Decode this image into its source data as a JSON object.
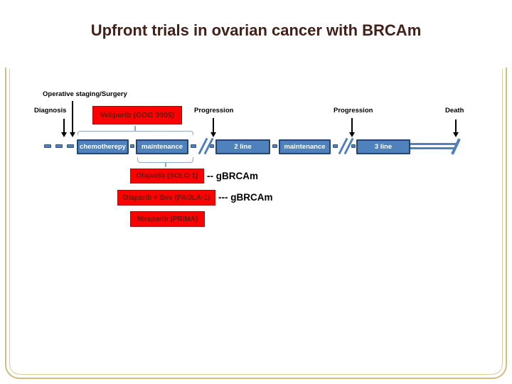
{
  "title": "Upfront trials in ovarian cancer with BRCAm",
  "labels": {
    "operative": "Operative staging/Surgery",
    "diagnosis": "Diagnosis",
    "progression1": "Progression",
    "progression2": "Progression",
    "death": "Death"
  },
  "timeline": {
    "boxes": [
      "chemotherepy",
      "maintenance",
      "2 line",
      "maintenance",
      "3 line"
    ]
  },
  "trials": {
    "veliparib": "Veliparib (GOG 3005)",
    "solo1": "Olaparib (SOLO 1)",
    "solo1_note": "-- gBRCAm",
    "paola1": "Olaparib + Bev (PAOLA-1)",
    "paola1_note": "--- gBRCAm",
    "prima": "Niraparib (PRIMA)"
  },
  "colors": {
    "title_text": "#42211b",
    "timeline_blue": "#4f81bd",
    "timeline_border": "#24466e",
    "timeline_text": "#ffffff",
    "trial_red": "#fe0000",
    "trial_text": "#6b1410",
    "bracket_blue": "#8fa9c9",
    "frame_tan": "#d0bd82",
    "label_black": "#000000"
  }
}
